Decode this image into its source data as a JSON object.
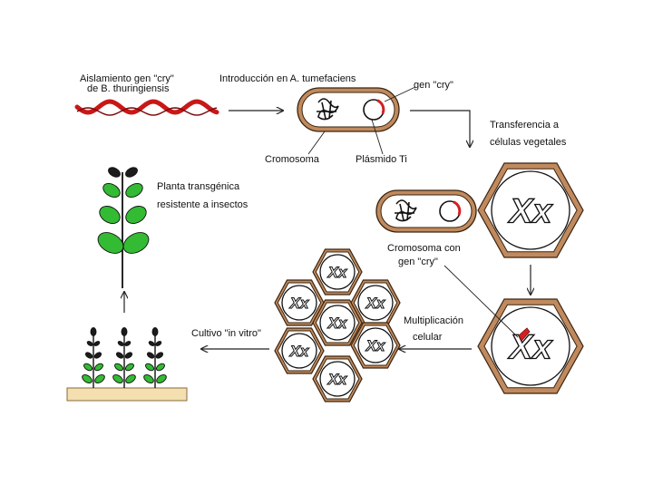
{
  "labels": {
    "isolation": "Aislamiento gen \"cry\"",
    "isolation_source": "de B. thuringiensis",
    "introduction": "Introducción en A. tumefaciens",
    "cry_gene": "gen \"cry\"",
    "chromosome": "Cromosoma",
    "ti_plasmid": "Plásmido Ti",
    "transfer_line1": "Transferencia a",
    "transfer_line2": "células vegetales",
    "transgenic_line1": "Planta transgénica",
    "transgenic_line2": "resistente a insectos",
    "chromosome_cry_line1": "Cromosoma con",
    "chromosome_cry_line2": "gen \"cry\"",
    "multiplication_line1": "Multiplicación",
    "multiplication_line2": "celular",
    "in_vitro": "Cultivo \"in vitro\""
  },
  "chromosome_glyph": "Xx",
  "colors": {
    "cell_wall": "#c08a5e",
    "cell_wall_stroke": "#3a2410",
    "gene_red": "#d42020",
    "leaf_green": "#33bb33",
    "soil": "#f4dfb0"
  }
}
